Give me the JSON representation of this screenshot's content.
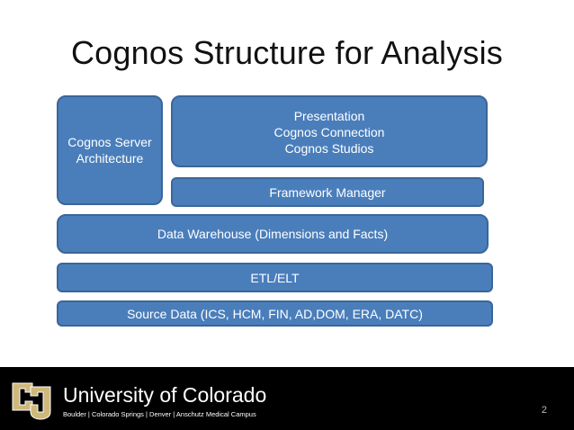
{
  "slide": {
    "title": "Cognos Structure for Analysis",
    "page_number": "2"
  },
  "diagram": {
    "server_architecture": [
      "Cognos Server",
      "Architecture"
    ],
    "presentation": [
      "Presentation",
      "Cognos Connection",
      "Cognos Studios"
    ],
    "framework_manager": "Framework Manager",
    "data_warehouse": "Data Warehouse (Dimensions and Facts)",
    "etl": "ETL/ELT",
    "source_data": "Source Data (ICS, HCM, FIN, AD,DOM, ERA, DATC)"
  },
  "footer": {
    "university": "University of Colorado",
    "campuses": "Boulder | Colorado Springs | Denver | Anschutz Medical Campus"
  },
  "colors": {
    "box_fill": "#4a7ebb",
    "box_border": "#3a6699",
    "logo_gold": "#cfb87c"
  }
}
